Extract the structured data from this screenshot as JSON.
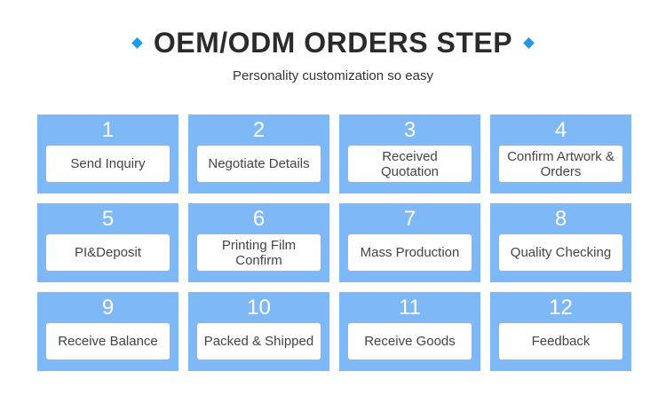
{
  "header": {
    "title": "OEM/ODM ORDERS STEP",
    "subtitle": "Personality customization so easy"
  },
  "colors": {
    "accent": "#1a9be3",
    "card": "#7fb8f6"
  },
  "steps": [
    {
      "number": "1",
      "label": "Send Inquiry"
    },
    {
      "number": "2",
      "label": "Negotiate Details"
    },
    {
      "number": "3",
      "label": "Received Quotation"
    },
    {
      "number": "4",
      "label": "Confirm Artwork & Orders"
    },
    {
      "number": "5",
      "label": "PI&Deposit"
    },
    {
      "number": "6",
      "label": "Printing Film Confirm"
    },
    {
      "number": "7",
      "label": "Mass Production"
    },
    {
      "number": "8",
      "label": "Quality Checking"
    },
    {
      "number": "9",
      "label": "Receive Balance"
    },
    {
      "number": "10",
      "label": "Packed & Shipped"
    },
    {
      "number": "11",
      "label": "Receive Goods"
    },
    {
      "number": "12",
      "label": "Feedback"
    }
  ]
}
